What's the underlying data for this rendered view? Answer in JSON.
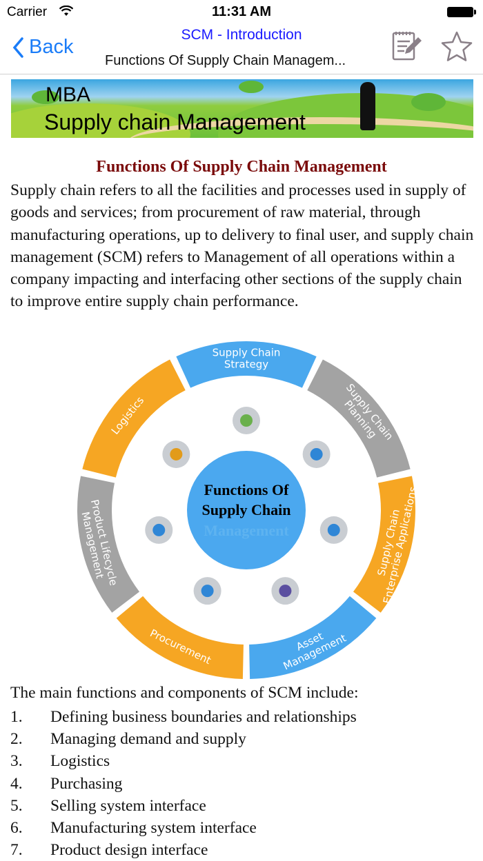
{
  "status_bar": {
    "carrier": "Carrier",
    "time": "11:31 AM",
    "icons": [
      "wifi-icon",
      "battery-icon"
    ]
  },
  "nav": {
    "back_label": "Back",
    "title": "SCM - Introduction",
    "subtitle": "Functions Of Supply Chain Managem...",
    "icons": [
      "notepad-edit-icon",
      "star-icon"
    ],
    "accent": "#1a7cf8",
    "title_color": "#1a1aff"
  },
  "banner": {
    "line1": "MBA",
    "line2": "Supply chain Management"
  },
  "article": {
    "heading": "Functions Of Supply Chain Management",
    "heading_color": "#7a0a0a",
    "paragraph": "Supply chain refers to all the facilities and processes used in supply of goods and services; from procurement of raw material, through manufacturing operations, up to delivery to final user, and supply chain management (SCM) refers to Management of all operations within a company impacting and interfacing other sections of the supply chain to improve entire supply chain performance.",
    "intro": "The main functions and components of SCM include:",
    "list": [
      {
        "num": "1.",
        "text": "Defining business boundaries and relationships"
      },
      {
        "num": "2.",
        "text": "Managing demand and supply"
      },
      {
        "num": "3.",
        "text": "Logistics"
      },
      {
        "num": "4.",
        "text": "Purchasing"
      },
      {
        "num": "5.",
        "text": "Selling system interface"
      },
      {
        "num": "6.",
        "text": "Manufacturing system interface"
      },
      {
        "num": "7.",
        "text": "Product design interface"
      }
    ]
  },
  "diagram": {
    "center": [
      "Functions Of",
      "Supply Chain",
      "Management"
    ],
    "segments": [
      {
        "label": [
          "Supply Chain",
          "Strategy"
        ],
        "color": "#4aa8ee"
      },
      {
        "label": [
          "Supply Chain",
          "Planning"
        ],
        "color": "#a3a3a3"
      },
      {
        "label": [
          "Supply Chain",
          "Enterprise Applications"
        ],
        "color": "#f6a623"
      },
      {
        "label": [
          "Asset",
          "Management"
        ],
        "color": "#4aa8ee"
      },
      {
        "label": [
          "Procurement"
        ],
        "color": "#f6a623"
      },
      {
        "label": [
          "Product Lifecycle",
          "Management"
        ],
        "color": "#a3a3a3"
      },
      {
        "label": [
          "Logistics"
        ],
        "color": "#f6a623"
      }
    ],
    "icons": [
      "chain-link-add-icon",
      "bar-chart-icon",
      "database-gear-icon",
      "wrench-icon",
      "gear-add-icon",
      "globe-gear-icon",
      "gear-icon"
    ]
  }
}
